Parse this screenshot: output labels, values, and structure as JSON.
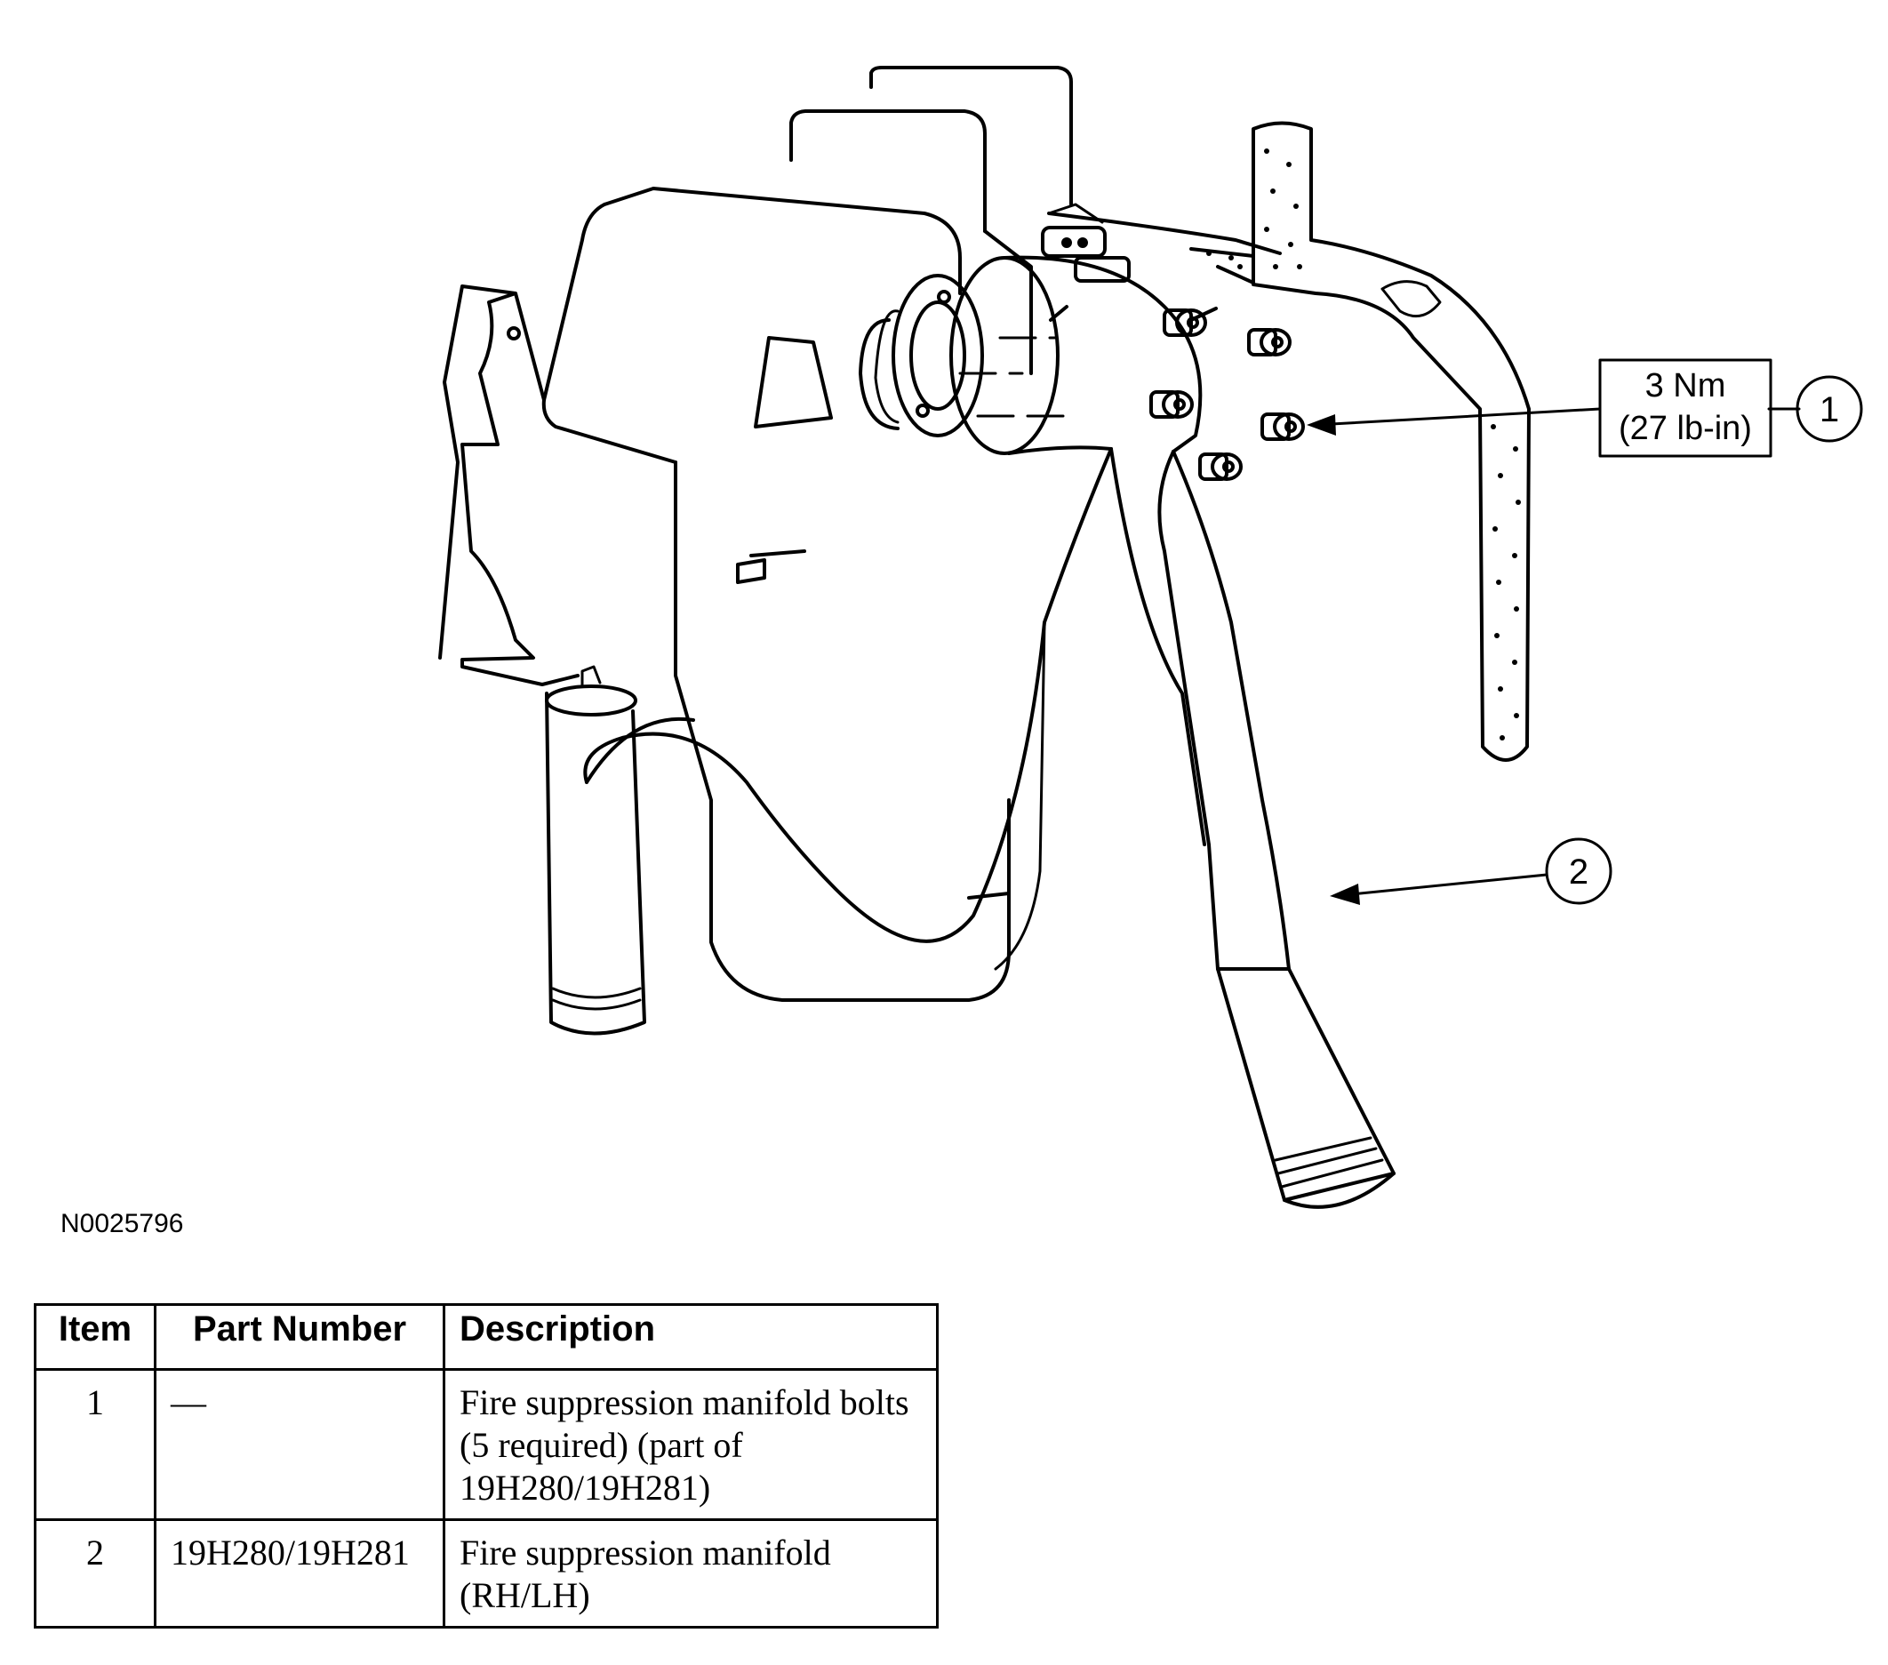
{
  "callouts": [
    {
      "number": "1",
      "torque_line1": "3 Nm",
      "torque_line2": "(27 lb-in)"
    },
    {
      "number": "2"
    }
  ],
  "figure_id": "N0025796",
  "table": {
    "headers": [
      "Item",
      "Part Number",
      "Description"
    ],
    "rows": [
      {
        "item": "1",
        "part_number": "—",
        "description": "Fire suppression manifold bolts (5 required) (part of 19H280/19H281)"
      },
      {
        "item": "2",
        "part_number": "19H280/19H281",
        "description": "Fire suppression manifold (RH/LH)"
      }
    ]
  }
}
